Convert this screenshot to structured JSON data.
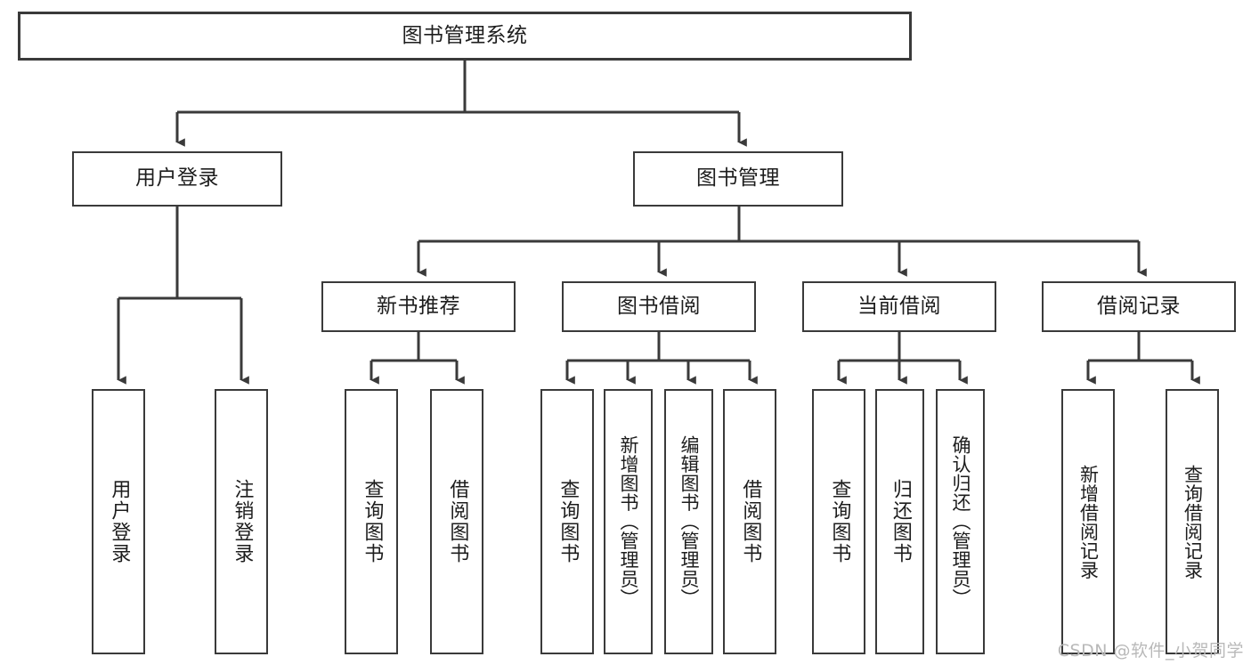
{
  "diagram": {
    "type": "tree-hierarchy",
    "title": "图书管理系统",
    "orientation": "top-down",
    "watermark": "CSDN @软件_小贺同学",
    "colors": {
      "background": "#ffffff",
      "box_border": "#3a3a3a",
      "box_fill": "#ffffff",
      "text": "#1d1d1d",
      "connector": "#3a3a3a",
      "watermark": "#b9b9b9"
    },
    "root": {
      "label": "图书管理系统"
    },
    "level2": [
      {
        "label": "用户登录"
      },
      {
        "label": "图书管理"
      }
    ],
    "level3": [
      {
        "label": "新书推荐"
      },
      {
        "label": "图书借阅"
      },
      {
        "label": "当前借阅"
      },
      {
        "label": "借阅记录"
      }
    ],
    "leaves": {
      "user_login": [
        {
          "label": "用户登录"
        },
        {
          "label": "注销登录"
        }
      ],
      "new_book": [
        {
          "label": "查询图书"
        },
        {
          "label": "借阅图书"
        }
      ],
      "book_borrow": [
        {
          "label": "查询图书"
        },
        {
          "label": "新增图书（管理员）"
        },
        {
          "label": "编辑图书（管理员）"
        },
        {
          "label": "借阅图书"
        }
      ],
      "current_borrow": [
        {
          "label": "查询图书"
        },
        {
          "label": "归还图书"
        },
        {
          "label": "确认归还（管理员）"
        }
      ],
      "borrow_record": [
        {
          "label": "新增借阅记录"
        },
        {
          "label": "查询借阅记录"
        }
      ]
    }
  }
}
